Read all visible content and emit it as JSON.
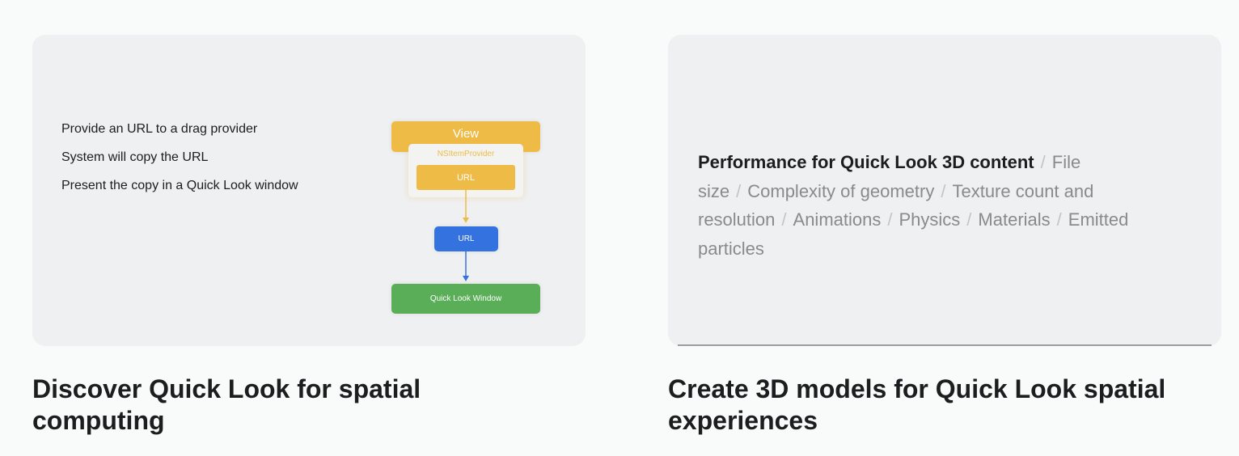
{
  "cards": [
    {
      "title": "Discover Quick Look for spatial computing",
      "bullets": [
        "Provide an URL to a drag provider",
        "System will copy the URL",
        "Present the copy in a Quick Look window"
      ],
      "diagram": {
        "view": "View",
        "provider": "NSItemProvider",
        "url_inner": "URL",
        "url_copy": "URL",
        "window": "Quick Look Window"
      },
      "colors": {
        "yellow": "#efbb47",
        "blue": "#3472e0",
        "green": "#5aae58"
      }
    },
    {
      "title": "Create 3D models for Quick Look spatial experiences",
      "heading": "Performance for Quick Look 3D content",
      "topics": [
        "File size",
        "Complexity of geometry",
        "Texture count and resolution",
        "Animations",
        "Physics",
        "Materials",
        "Emitted particles"
      ],
      "progress": 1.0
    }
  ]
}
